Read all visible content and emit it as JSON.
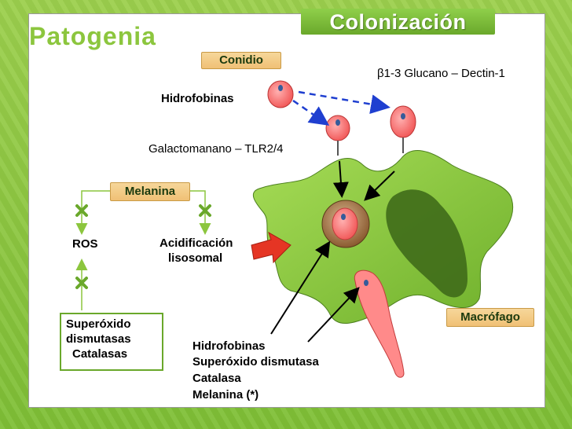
{
  "title": "Colonización",
  "section": "Patogenia",
  "tags": {
    "conidio": "Conidio",
    "melanina": "Melanina",
    "macrofago": "Macrófago"
  },
  "labels": {
    "beta_glucano": "β1-3 Glucano – Dectin-1",
    "hidrofobinas_top": "Hidrofobinas",
    "galactomanano": "Galactomanano – TLR2/4",
    "ros": "ROS",
    "acidificacion_1": "Acidificación",
    "acidificacion_2": "lisosomal"
  },
  "enzymes_box": [
    "Superóxido",
    "dismutasas",
    "Catalasas"
  ],
  "virulence_list": [
    "Hidrofobinas",
    "Superóxido dismutasa",
    "Catalasa",
    "Melanina (*)"
  ],
  "colors": {
    "background": "#8dc63f",
    "title_fill": "#6aa82b",
    "tag_fill": "#f0c075",
    "macrophage": "#8fcf3a",
    "nucleus": "#3f6b1a",
    "conidium": "#ff7b7b",
    "arrow_dashed": "#1f3fd0",
    "arrow_red": "#e53524"
  },
  "icons": [
    "blocked-x-icon",
    "red-arrow-icon"
  ]
}
